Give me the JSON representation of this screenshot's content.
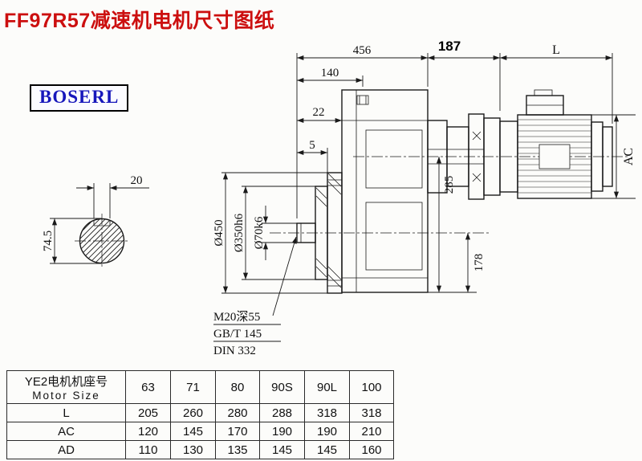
{
  "page": {
    "title": "FF97R57减速机电机尺寸图纸",
    "brand": "BOSERL"
  },
  "drawing": {
    "dims": {
      "top_456": "456",
      "top_187": "187",
      "top_L": "L",
      "left_140": "140",
      "left_22": "22",
      "left_5": "5",
      "height_285": "285",
      "motor_AC": "AC",
      "height_178": "178",
      "dia_450": "Ø450",
      "dia_350": "Ø350h6",
      "dia_70": "Ø70k6",
      "key_20": "20",
      "key_745": "74.5",
      "note_m20": "M20深55",
      "note_gbt": "GB/T 145",
      "note_din": "DIN 332"
    }
  },
  "table": {
    "header": {
      "label_cn": "YE2电机机座号",
      "label_en": "Motor Size",
      "sizes": [
        "63",
        "71",
        "80",
        "90S",
        "90L",
        "100"
      ]
    },
    "rows": [
      {
        "label": "L",
        "values": [
          "205",
          "260",
          "280",
          "288",
          "318",
          "318"
        ]
      },
      {
        "label": "AC",
        "values": [
          "120",
          "145",
          "170",
          "190",
          "190",
          "210"
        ]
      },
      {
        "label": "AD",
        "values": [
          "110",
          "130",
          "135",
          "145",
          "145",
          "160"
        ]
      }
    ]
  }
}
